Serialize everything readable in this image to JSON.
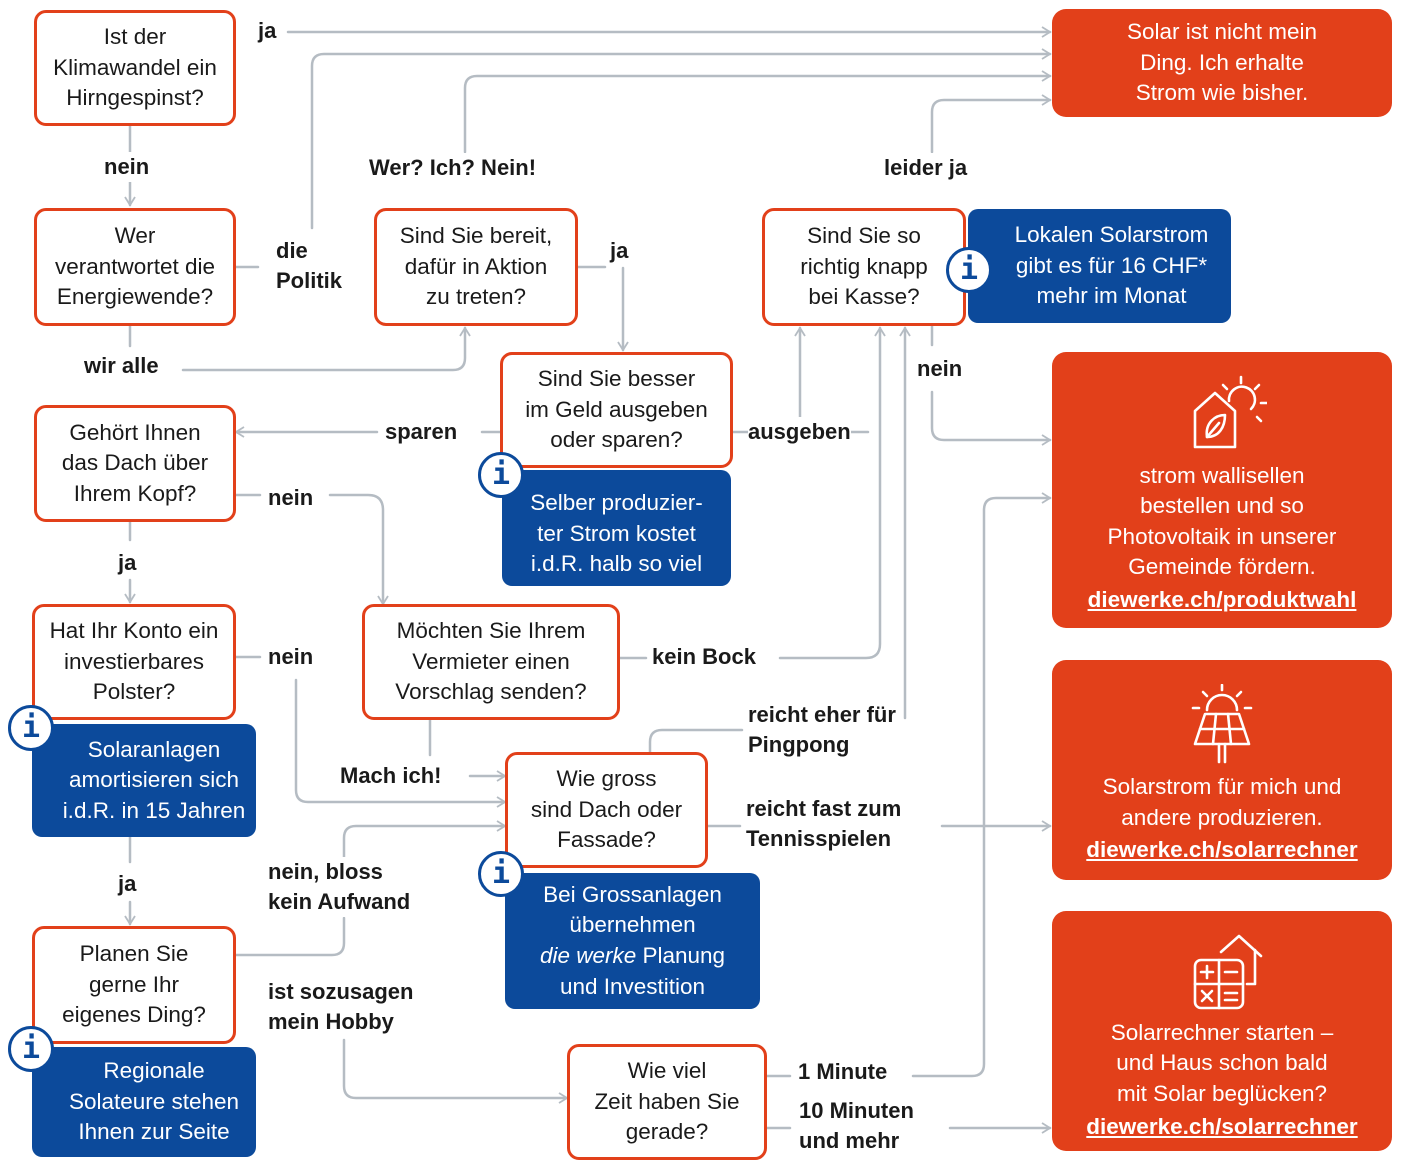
{
  "questions": {
    "klimawandel": {
      "lines": [
        "Ist der",
        "Klimawandel ein",
        "Hirngespinst?"
      ]
    },
    "verantwortung": {
      "lines": [
        "Wer",
        "verantwortet die",
        "Energiewende?"
      ]
    },
    "bereit": {
      "lines": [
        "Sind Sie bereit,",
        "dafür in Aktion",
        "zu treten?"
      ]
    },
    "knapp": {
      "lines": [
        "Sind Sie so",
        "richtig knapp",
        "bei Kasse?"
      ]
    },
    "geld": {
      "lines": [
        "Sind Sie besser",
        "im Geld ausgeben",
        "oder sparen?"
      ]
    },
    "dach": {
      "lines": [
        "Gehört Ihnen",
        "das Dach über",
        "Ihrem Kopf?"
      ]
    },
    "konto": {
      "lines": [
        "Hat Ihr Konto ein",
        "investierbares",
        "Polster?"
      ]
    },
    "vermieter": {
      "lines": [
        "Möchten Sie Ihrem",
        "Vermieter einen",
        "Vorschlag senden?"
      ]
    },
    "gross": {
      "lines": [
        "Wie gross",
        "sind Dach oder",
        "Fassade?"
      ]
    },
    "planen": {
      "lines": [
        "Planen Sie",
        "gerne Ihr",
        "eigenes Ding?"
      ]
    },
    "zeit": {
      "lines": [
        "Wie viel",
        "Zeit haben Sie",
        "gerade?"
      ]
    }
  },
  "infos": {
    "lokal": {
      "lines": [
        "Lokalen Solarstrom",
        "gibt es für 16 CHF*",
        "mehr im Monat"
      ]
    },
    "selber": {
      "lines": [
        "Selber produzier-",
        "ter Strom kostet",
        "i.d.R. halb so viel"
      ]
    },
    "amort": {
      "lines": [
        "Solaranlagen",
        "amortisieren sich",
        "i.d.R. in 15 Jahren"
      ]
    },
    "grossanlagen": {
      "line1": "Bei Grossanlagen",
      "line2": "übernehmen",
      "line3_em": "die werke",
      "line3_rest": " Planung",
      "line4": "und Investition"
    },
    "regional": {
      "lines": [
        "Regionale",
        "Solateure stehen",
        "Ihnen zur Seite"
      ]
    },
    "icon_glyph": "i",
    "icon_name": "info-icon"
  },
  "results": {
    "nicht": {
      "lines": [
        "Solar ist nicht mein",
        "Ding. Ich erhalte",
        "Strom wie bisher."
      ]
    },
    "bestellen": {
      "icon": "house-leaf-sun-icon",
      "lines": [
        "strom wallisellen",
        "bestellen und so",
        "Photovoltaik in unserer",
        "Gemeinde fördern."
      ],
      "link": "diewerke.ch/produktwahl"
    },
    "produzieren": {
      "icon": "solar-panel-sun-icon",
      "lines": [
        "Solarstrom für mich und",
        "andere produzieren."
      ],
      "link": "diewerke.ch/solarrechner"
    },
    "rechner": {
      "icon": "calculator-house-icon",
      "lines": [
        "Solarrechner starten –",
        "und Haus schon bald",
        "mit Solar beglücken?"
      ],
      "link": "diewerke.ch/solarrechner"
    }
  },
  "labels": {
    "ja_klima": "ja",
    "nein_klima": "nein",
    "die_politik": [
      "die",
      "Politik"
    ],
    "wir_alle": "wir alle",
    "wer_ich_nein": "Wer? Ich? Nein!",
    "ja_bereit": "ja",
    "leider_ja": "leider ja",
    "nein_knapp": "nein",
    "sparen": "sparen",
    "ausgeben": "ausgeben",
    "nein_dach": "nein",
    "ja_dach": "ja",
    "nein_konto": "nein",
    "ja_konto": "ja",
    "kein_bock": "kein Bock",
    "mach_ich": "Mach ich!",
    "pingpong": [
      "reicht eher für",
      "Pingpong"
    ],
    "tennis": [
      "reicht fast zum",
      "Tennisspielen"
    ],
    "kein_aufwand": [
      "nein, bloss",
      "kein Aufwand"
    ],
    "hobby": [
      "ist sozusagen",
      "mein Hobby"
    ],
    "eine_minute": "1 Minute",
    "zehn_minuten": [
      "10 Minuten",
      "und mehr"
    ]
  },
  "colors": {
    "orange": "#e2401a",
    "blue": "#0c4a9b",
    "line": "#b5bcc3",
    "text": "#1a1a1a"
  }
}
